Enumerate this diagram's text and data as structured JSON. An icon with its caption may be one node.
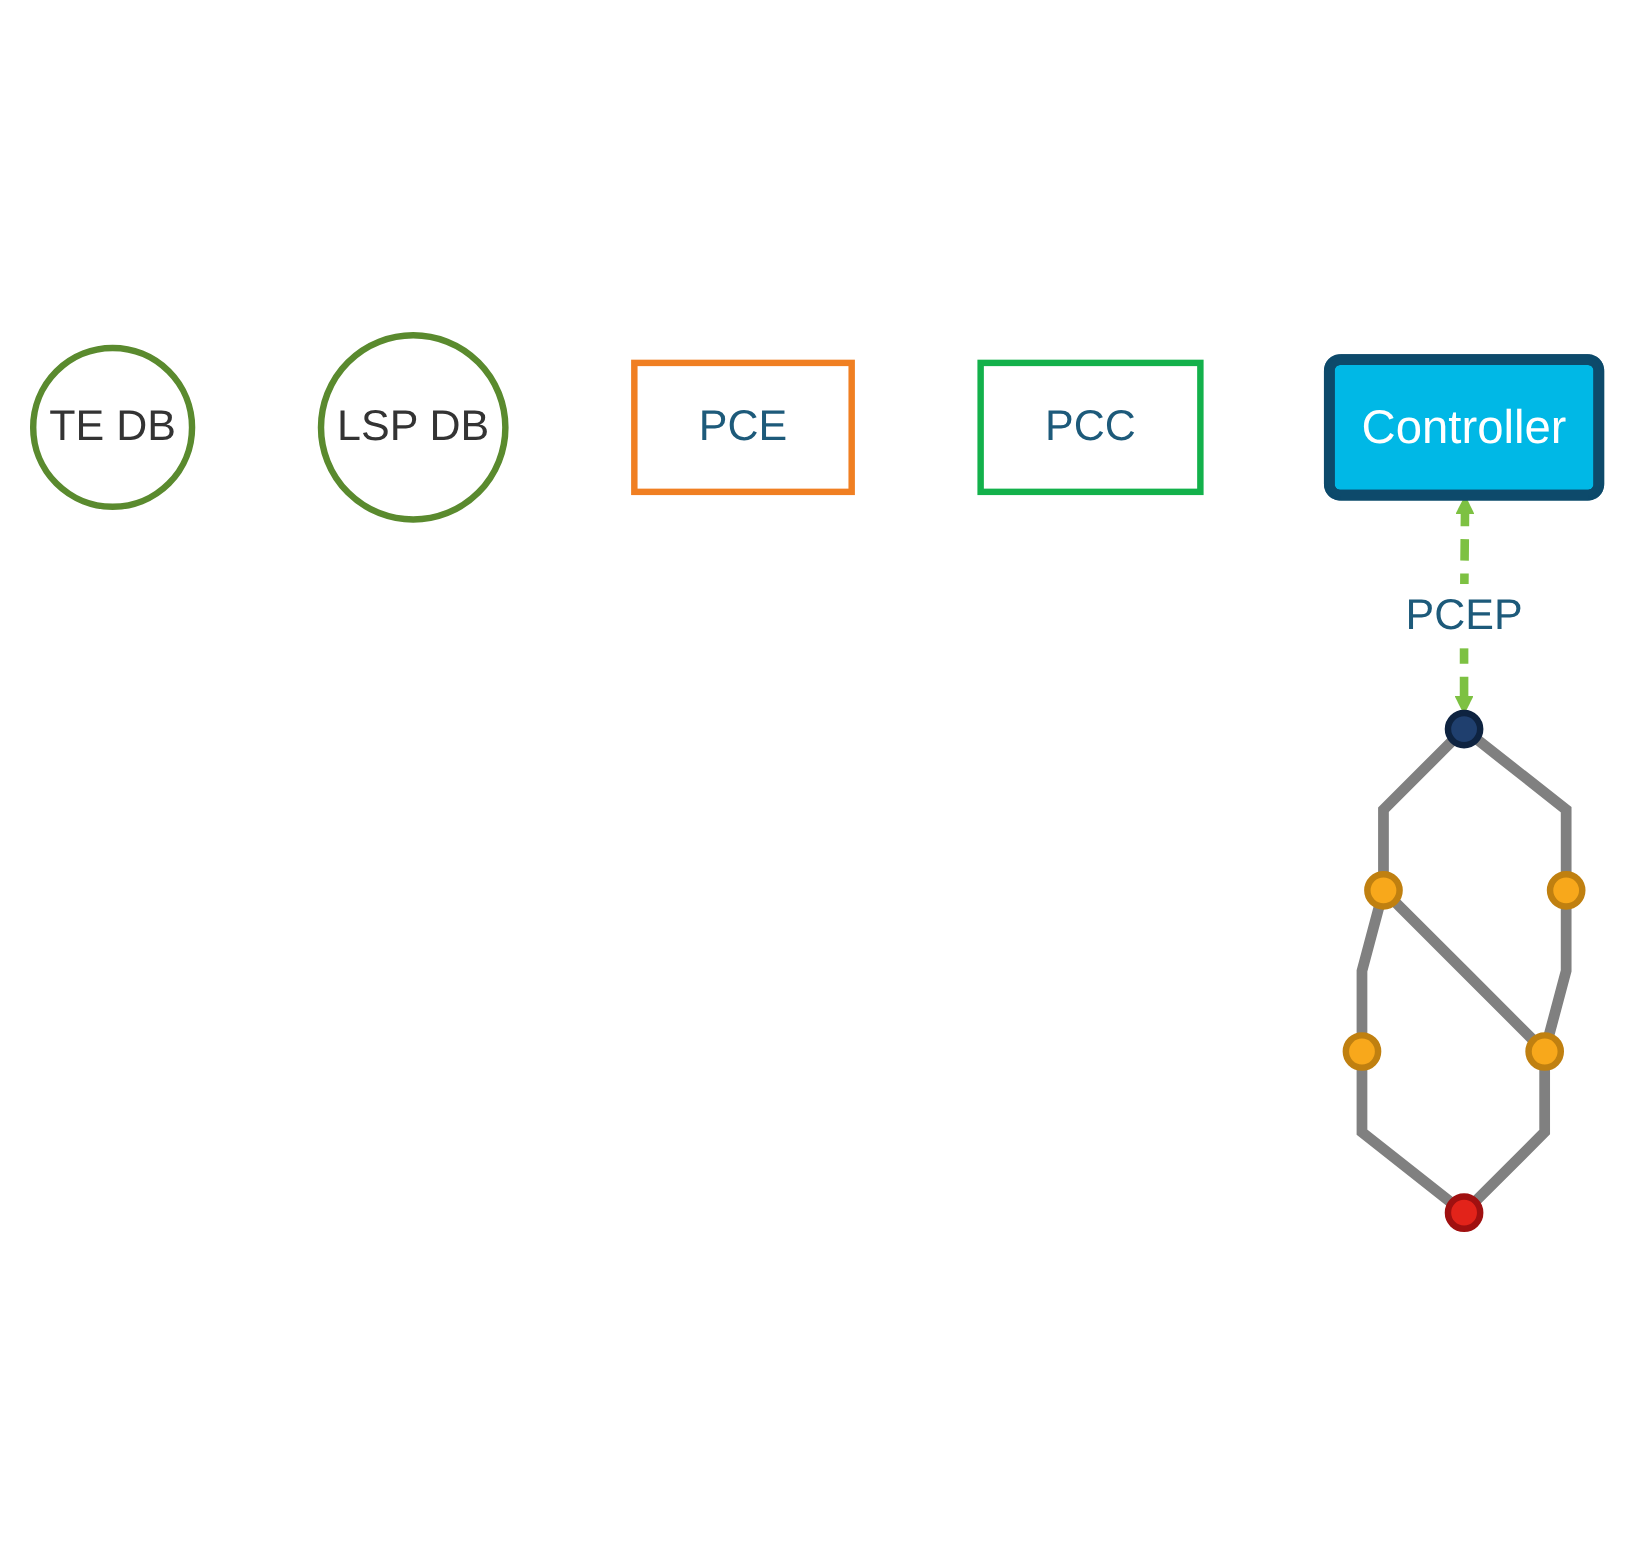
{
  "diagram": {
    "nodes": [
      {
        "text": [
          "TE DB"
        ]
      },
      {
        "text": [
          "LSP DB"
        ]
      },
      {
        "text": [
          "PCE"
        ]
      },
      {
        "text": [
          "Controller"
        ]
      },
      {
        "text": [
          "PCC"
        ]
      },
      {
        "text": [],
        "shape": "circle"
      },
      {
        "text": [],
        "shape": "circle"
      },
      {
        "text": [],
        "shape": "circle"
      },
      {
        "text": [],
        "shape": "circle"
      },
      {
        "text": [],
        "shape": "circle"
      },
      {
        "text": [],
        "shape": "circle"
      }
    ],
    "edges": [
      {
        "from": 3,
        "to": 5,
        "arrow": "both",
        "label": "PCEP",
        "style": "dashed",
        "color": "#7dc142"
      },
      {
        "from": 5,
        "to": 6,
        "arrow": "none"
      },
      {
        "from": 6,
        "to": 7,
        "arrow": "none"
      },
      {
        "from": 5,
        "to": 8,
        "arrow": "none"
      },
      {
        "from": 6,
        "to": 9,
        "arrow": "none"
      },
      {
        "from": 7,
        "to": 10,
        "arrow": "none"
      },
      {
        "from": 8,
        "to": 9,
        "arrow": "none"
      },
      {
        "from": 9,
        "to": 10,
        "arrow": "none"
      }
    ]
  }
}
